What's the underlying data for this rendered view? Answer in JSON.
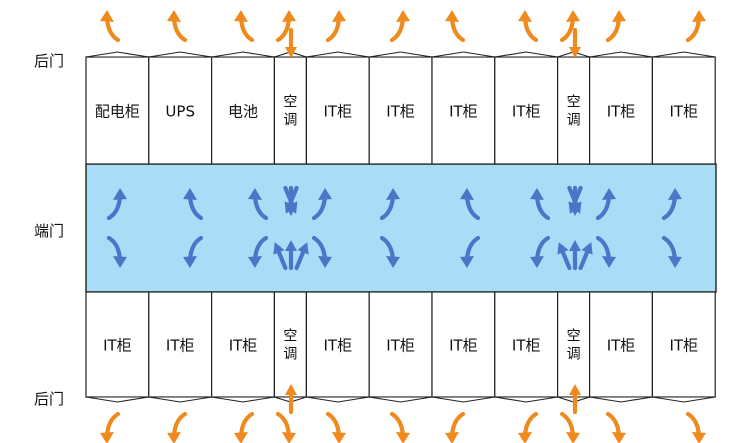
{
  "side_labels": {
    "top": "后门",
    "middle": "端门",
    "bottom": "后门"
  },
  "top_row": [
    {
      "label": "配电柜",
      "ac": false
    },
    {
      "label": "UPS",
      "ac": false
    },
    {
      "label": "电池",
      "ac": false
    },
    {
      "label": "空调",
      "ac": true
    },
    {
      "label": "IT柜",
      "ac": false
    },
    {
      "label": "IT柜",
      "ac": false
    },
    {
      "label": "IT柜",
      "ac": false
    },
    {
      "label": "IT柜",
      "ac": false
    },
    {
      "label": "空调",
      "ac": true
    },
    {
      "label": "IT柜",
      "ac": false
    },
    {
      "label": "IT柜",
      "ac": false
    }
  ],
  "bottom_row": [
    {
      "label": "IT柜",
      "ac": false
    },
    {
      "label": "IT柜",
      "ac": false
    },
    {
      "label": "IT柜",
      "ac": false
    },
    {
      "label": "空调",
      "ac": true
    },
    {
      "label": "IT柜",
      "ac": false
    },
    {
      "label": "IT柜",
      "ac": false
    },
    {
      "label": "IT柜",
      "ac": false
    },
    {
      "label": "IT柜",
      "ac": false
    },
    {
      "label": "空调",
      "ac": true
    },
    {
      "label": "IT柜",
      "ac": false
    },
    {
      "label": "IT柜",
      "ac": false
    }
  ],
  "colors": {
    "cold_aisle": "#a8dcf7",
    "cold_air_arrow": "#4a76c8",
    "hot_air_arrow": "#ef8a1e"
  },
  "icons": {
    "cold_flow": "curved-arrow-icon",
    "hot_exhaust": "curved-arrow-icon"
  }
}
